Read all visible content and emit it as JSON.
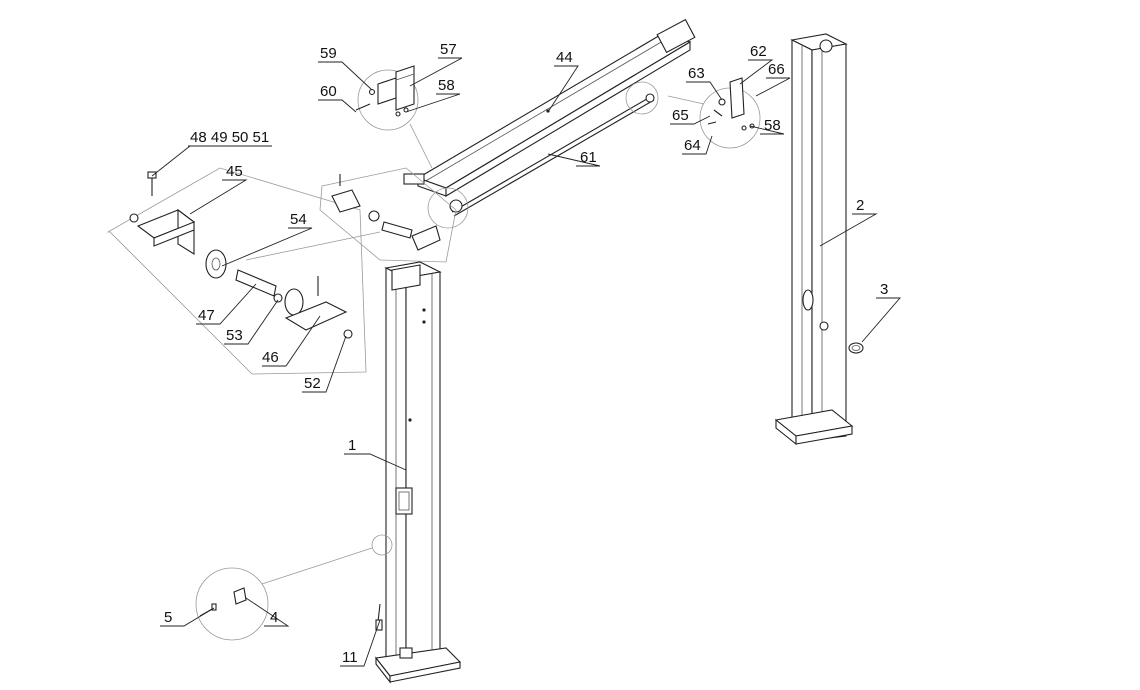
{
  "callouts": {
    "c1": "1",
    "c2": "2",
    "c3": "3",
    "c4": "4",
    "c5": "5",
    "c11": "11",
    "c44": "44",
    "c45": "45",
    "c46": "46",
    "c47": "47",
    "c48_51": "48 49 50 51",
    "c52": "52",
    "c53": "53",
    "c54": "54",
    "c57": "57",
    "c58a": "58",
    "c58b": "58",
    "c59": "59",
    "c60": "60",
    "c61": "61",
    "c62": "62",
    "c63": "63",
    "c64": "64",
    "c65": "65",
    "c66": "66"
  }
}
